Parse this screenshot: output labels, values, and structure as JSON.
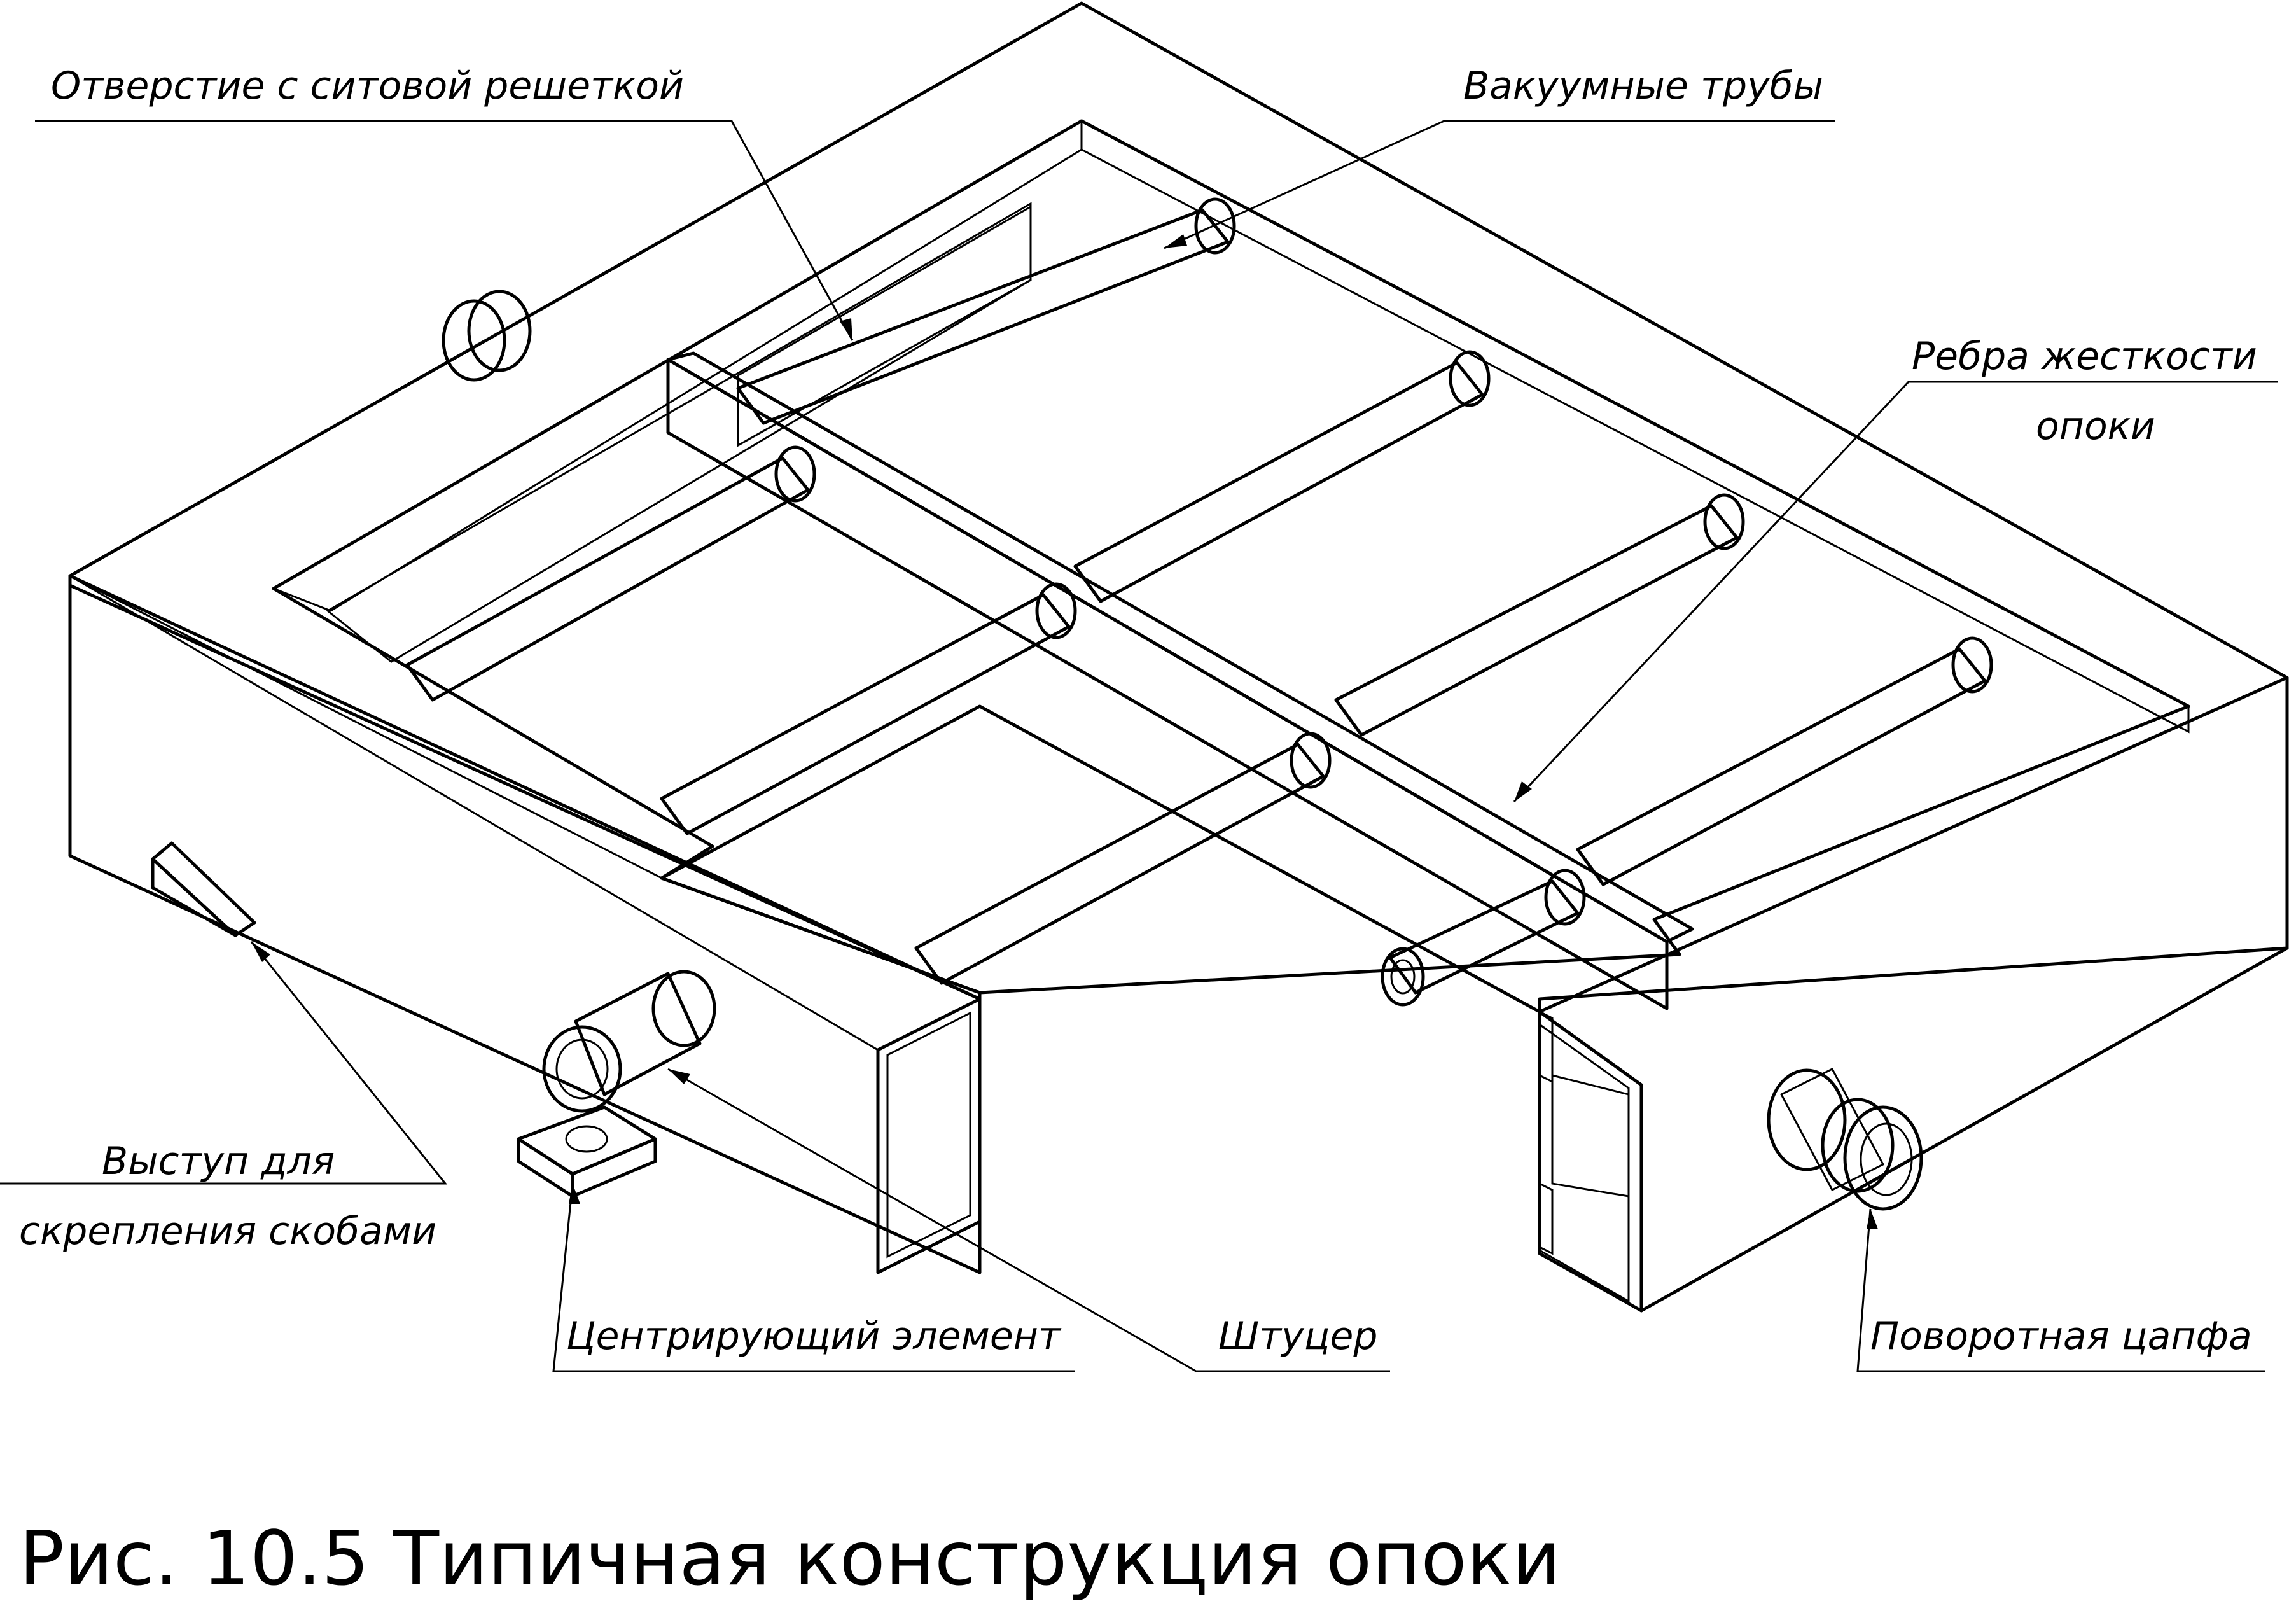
{
  "labels": {
    "sieve_hole": "Отверстие с ситовой решеткой",
    "vacuum_pipes": "Вакуумные трубы",
    "stiffeners_line1": "Ребра жесткости",
    "stiffeners_line2": "опоки",
    "protrusion_line1": "Выступ для",
    "protrusion_line2": "скрепления скобами",
    "centering_element": "Центрирующий элемент",
    "fitting": "Штуцер",
    "trunnion": "Поворотная цапфа"
  },
  "caption": "Рис. 10.5 Типичная конструкция опоки",
  "colors": {
    "frame_fill": "#ececec",
    "frame_inner": "#dcdcdc",
    "mesh": "#4b4bc8",
    "mesh_bg": "#d2d2f3",
    "line": "#000000"
  }
}
